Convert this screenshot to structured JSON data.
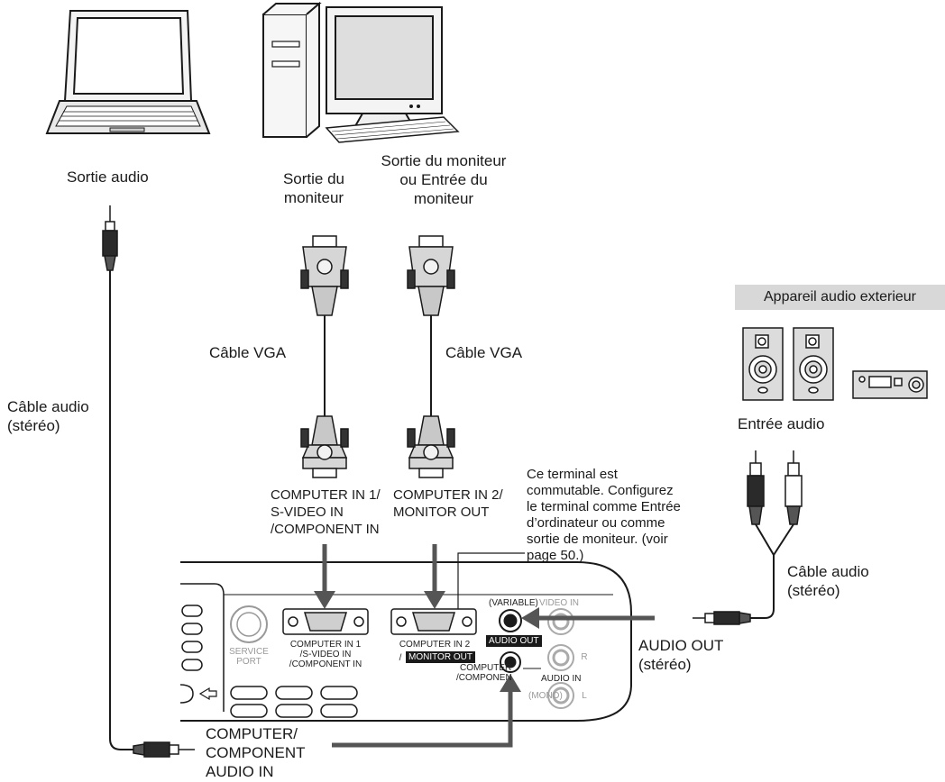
{
  "labels": {
    "laptop_audio_out": "Sortie audio",
    "desktop_monitor_out_1": "Sortie du",
    "desktop_monitor_out_2": "moniteur",
    "monitor_in_out_1": "Sortie du moniteur",
    "monitor_in_out_2": "ou Entrée du",
    "monitor_in_out_3": "moniteur",
    "vga_cable_left": "Câble VGA",
    "vga_cable_right": "Câble VGA",
    "audio_cable_left_1": "Câble audio",
    "audio_cable_left_2": "(stéréo)",
    "external_audio_header": "Appareil audio exterieur",
    "audio_input": "Entrée audio",
    "audio_cable_right_1": "Câble audio",
    "audio_cable_right_2": "(stéréo)",
    "computer_in1_1": "COMPUTER IN 1/",
    "computer_in1_2": "S-VIDEO IN",
    "computer_in1_3": "/COMPONENT IN",
    "computer_in2_1": "COMPUTER IN 2/",
    "computer_in2_2": "MONITOR OUT",
    "switch_note_1": "Ce terminal est",
    "switch_note_2": "commutable. Configurez",
    "switch_note_3": "le terminal comme Entrée",
    "switch_note_4": "d’ordinateur ou comme",
    "switch_note_5": "sortie de moniteur. (voir",
    "switch_note_6": "page 50.)",
    "audio_out_1": "AUDIO OUT",
    "audio_out_2": "(stéréo)",
    "comp_audio_in_1": "COMPUTER/",
    "comp_audio_in_2": "COMPONENT",
    "comp_audio_in_3": "AUDIO IN"
  },
  "panel": {
    "service_1": "SERVICE",
    "service_2": "PORT",
    "cin1_1": "COMPUTER IN 1",
    "cin1_2": "/S-VIDEO IN",
    "cin1_3": "/COMPONENT IN",
    "cin2_1": "COMPUTER IN 2",
    "cin2_prefix": "/",
    "cin2_badge": "MONITOR OUT",
    "variable": "(VARIABLE)",
    "video_in": "VIDEO IN",
    "audio_out_badge": "AUDIO OUT",
    "r": "R",
    "l": "L",
    "computer_a": "COMPUTER",
    "computer_b": "/COMPONEN",
    "audio_in": "AUDIO IN",
    "mono": "(MONO)"
  },
  "colors": {
    "arrow": "#555555",
    "line": "#1a1a1a",
    "header_bg": "#d8d8d8",
    "device_fill": "#dcdcdc"
  }
}
